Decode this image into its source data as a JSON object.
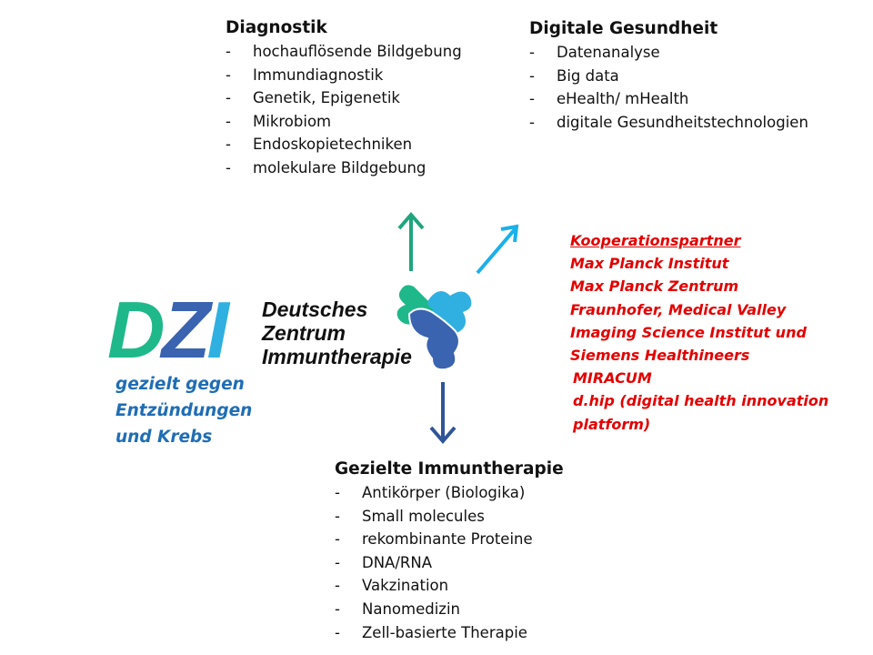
{
  "diagnostik": {
    "title": "Diagnostik",
    "items": [
      "hochauflösende Bildgebung",
      "Immundiagnostik",
      "Genetik, Epigenetik",
      "Mikrobiom",
      "Endoskopietechniken",
      "molekulare Bildgebung"
    ]
  },
  "digital": {
    "title": "Digitale Gesundheit",
    "items": [
      "Datenanalyse",
      "Big data",
      "eHealth/ mHealth",
      "digitale Gesundheitstechnologien"
    ]
  },
  "therapie": {
    "title": "Gezielte Immuntherapie",
    "items": [
      "Antikörper (Biologika)",
      "Small molecules",
      "rekombinante Proteine",
      "DNA/RNA",
      "Vakzination",
      "Nanomedizin",
      "Zell-basierte Therapie"
    ]
  },
  "partners": {
    "title": "Kooperationspartner",
    "items": [
      "Max Planck Institut",
      "Max Planck Zentrum",
      "Fraunhofer, Medical Valley",
      "Imaging Science Institut und",
      "Siemens Healthineers",
      "MIRACUM",
      "d.hip (digital health innovation",
      "platform)"
    ]
  },
  "tagline": [
    "gezielt gegen",
    "Entzündungen",
    "und Krebs"
  ],
  "logo": {
    "letters": [
      "D",
      "Z",
      "I"
    ],
    "lines": [
      "Deutsches",
      "Zentrum",
      "Immuntherapie"
    ]
  },
  "dash": "-",
  "colors": {
    "green": "#1fb88a",
    "navy": "#3a63b0",
    "cyan": "#2fb0e0",
    "red": "#e30000",
    "blue": "#1f6db5"
  }
}
